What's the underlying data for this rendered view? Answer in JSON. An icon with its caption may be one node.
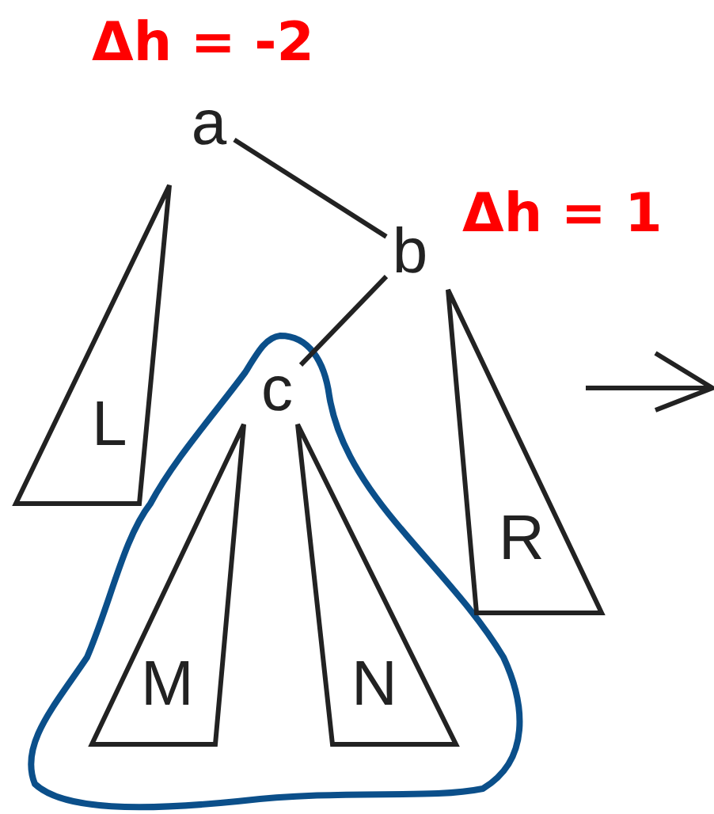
{
  "diagram": {
    "nodes": [
      {
        "text": [
          "a"
        ],
        "beside": [
          "Δh = -2"
        ]
      },
      {
        "text": [
          "L"
        ]
      },
      {
        "text": [
          "b"
        ],
        "beside": [
          "Δh = 1"
        ]
      },
      {
        "text": [
          "c"
        ]
      },
      {
        "text": [
          "R"
        ]
      },
      {
        "text": [
          "M"
        ]
      },
      {
        "text": [
          "N"
        ]
      }
    ],
    "edges": [
      {
        "from": 0,
        "to": 2,
        "arrow": "none"
      },
      {
        "from": 2,
        "to": 3,
        "arrow": "none"
      }
    ]
  }
}
